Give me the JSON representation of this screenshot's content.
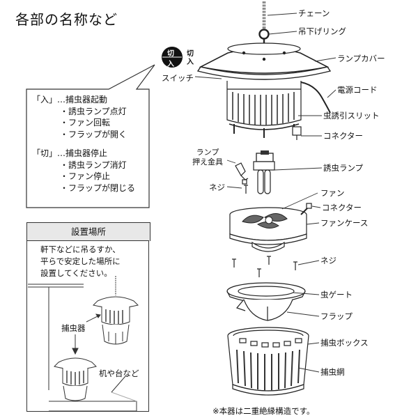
{
  "title": "各部の名称など",
  "switch_bubble": {
    "on_head": "「入」…捕虫器起動",
    "on_items": [
      "・誘虫ランプ点灯",
      "・ファン回転",
      "・フラップが開く"
    ],
    "off_head": "「切」…捕虫器停止",
    "off_items": [
      "・誘虫ランプ消灯",
      "・ファン停止",
      "・フラップが閉じる"
    ]
  },
  "switch_icon": {
    "off": "切",
    "on": "入"
  },
  "labels": {
    "chain": "チェーン",
    "hanging_ring": "吊下げリング",
    "lamp_cover": "ランプカバー",
    "switch": "スイッチ",
    "power_cord": "電源コード",
    "slit": "虫誘引スリット",
    "connector_top": "コネクター",
    "lamp_holder_1": "ランプ",
    "lamp_holder_2": "押え金具",
    "lure_lamp": "誘虫ランプ",
    "screw_1": "ネジ",
    "fan": "ファン",
    "connector_2": "コネクター",
    "fan_case": "ファンケース",
    "screw_2": "ネジ",
    "insect_gate": "虫ゲート",
    "flap": "フラップ",
    "trap_box": "捕虫ボックス",
    "trap_net": "捕虫網"
  },
  "install": {
    "heading": "設置場所",
    "lines": [
      "軒下などに吊るすか、",
      "平らで安定した場所に",
      "設置してください。"
    ],
    "device_label": "捕虫器",
    "table_label": "机や台など"
  },
  "footnote": "※本器は二重絶縁構造です。"
}
